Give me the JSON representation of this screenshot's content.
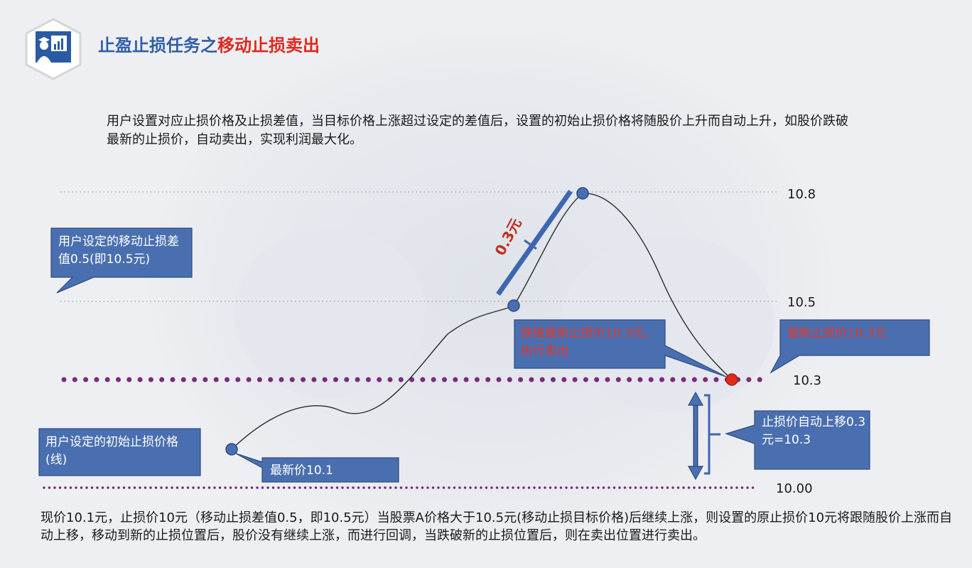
{
  "header": {
    "title_part1": "止盈止损任务之",
    "title_part2": "移动止损卖出",
    "logo_icon": "teacher-board-icon"
  },
  "intro_text": "用户设置对应止损价格及止损差值，当目标价格上涨超过设定的差值后，设置的初始止损价格将随股价上升而自动上升，如股价跌破最新的止损价，自动卖出，实现利润最大化。",
  "levels": {
    "l108": "10.8",
    "l105": "10.5",
    "l103": "10.3",
    "l100": "10.00"
  },
  "diagram": {
    "rise_label": "0.3元",
    "callout_trail_diff": "用户设定的移动止损差值0.5(即10.5元)",
    "callout_break": "跌破最新止损价10.3元，执行卖出",
    "callout_new_stop": "最新止损价10.3元",
    "callout_auto_rise": "止损价自动上移0.3元=10.3",
    "callout_initial_stop": "用户设定的初始止损价格(线)",
    "callout_latest_price": "最新价10.1"
  },
  "colors": {
    "title_blue": "#2f5fa8",
    "title_red": "#e0281e",
    "callout_fill": "#4a6fb0",
    "callout_text_red": "#e83524",
    "stop_line_purple": "#7b2a7b",
    "sell_point_red": "#e02a1c"
  },
  "footer_text": "现价10.1元，止损价10元（移动止损差值0.5，即10.5元）当股票A价格大于10.5元(移动止损目标价格)后继续上涨，则设置的原止损价10元将跟随股价上涨而自动上移，移动到新的止损位置后，股价没有继续上涨，而进行回调，当跌破新的止损位置后，则在卖出位置进行卖出。"
}
